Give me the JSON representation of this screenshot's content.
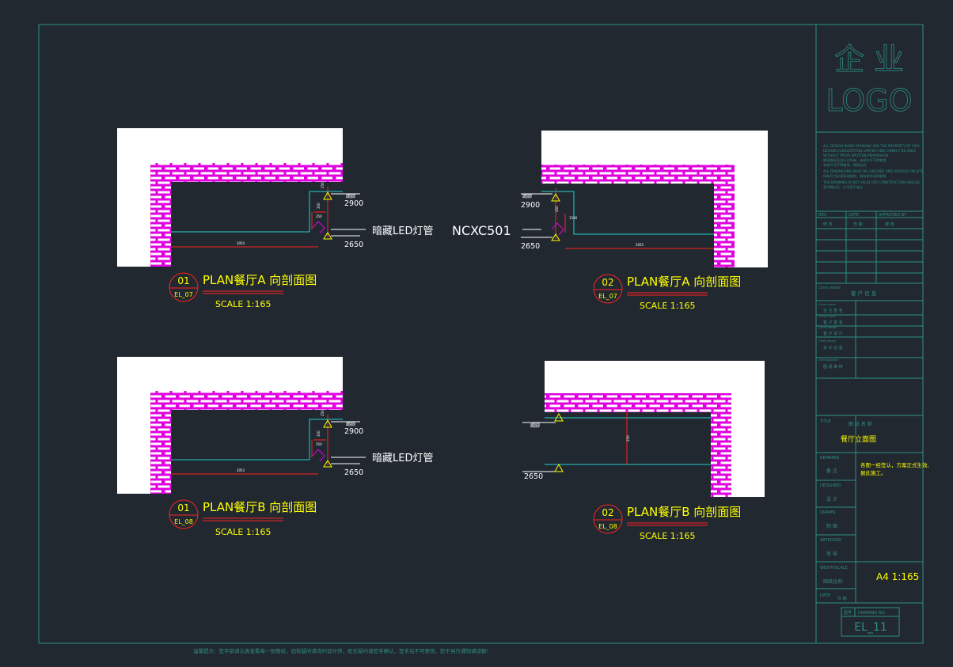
{
  "colors": {
    "background": "#212830",
    "frame": "#2f8f86",
    "paper": "#ffffff",
    "brick": "#e000e0",
    "dimension": "#ff2222",
    "ceiling_line": "#22d0d0",
    "label_yellow": "#ffff00",
    "text_white": "#ffffff",
    "titleblock_text": "#2f8f86"
  },
  "logo": {
    "line1": "企 业",
    "line2": "LOGO"
  },
  "notice": {
    "lines": [
      "ALL DESIGN WORK DRAWING ARE THE PROPERTY OF CWX",
      "DESIGN CONSULTATION LIMITED AND CANNOT BE USED",
      "WITHOUT PRIOR WRITTEN PERMISSION.",
      "图纸版权归设计方所有，未经许可不得使用",
      "未经许可不得使用，侵权必究",
      "ALL DIMENSIONS MUST BE CHECKED AND VERIFIED ON SITE.",
      "所有尺寸必须现场核实，如有差异及时联系",
      "THE DRAWING IS NOT VALID FOR CONSTRUCTION UNLESS",
      "签字确认后，方可用于施工"
    ]
  },
  "revision_table": {
    "headers": [
      "REV.",
      "DATE",
      "APPROVED BY"
    ],
    "subheaders": [
      "修 改",
      "日 期",
      "审 核"
    ]
  },
  "client": {
    "label": "Client Name",
    "value": "客 户 信 息"
  },
  "roles": [
    {
      "en": "Client name",
      "cn": "业 主 签 名"
    },
    {
      "en": "Client name",
      "cn": "客 户 签 名"
    },
    {
      "en": "Client design",
      "cn": "客 户 设 计"
    },
    {
      "en": "Chief design",
      "cn": "设 计 总 监"
    },
    {
      "en": "Draft approve",
      "cn": "图 纸 审 核"
    }
  ],
  "title_block": {
    "title_label": "TITLE",
    "title_cn": "图 纸 名 称",
    "title_value": "餐厅立面图",
    "remarks_label": "REMARKS",
    "remarks_cn": "备 注",
    "remarks_value_1": "各图一经签认，方案正式生效,",
    "remarks_value_2": "据此施工。",
    "designed_label": "DESIGNED",
    "designed_cn": "设 计",
    "drawn_label": "DRAWN",
    "drawn_cn": "制 图",
    "approved_label": "APPROVED",
    "approved_cn": "审 核",
    "scale_label": "WIDTH/SCALE",
    "scale_cn": "图纸比例",
    "scale_value": "A4  1:165",
    "date_label": "DATE",
    "date_cn": "日 期",
    "drawing_no_cn": "图号",
    "drawing_no_label": "DRAWING NO.",
    "drawing_no": "EL_11"
  },
  "footer": "温馨提示：签字前请认真查看每一张图纸，如有疑问请询问设计师，如无疑问请签字确认，签字后不可更改，恕不另行通知请谅解!",
  "section_label": "NCXC501",
  "views": [
    {
      "num": "01",
      "ref": "EL_07",
      "title": "PLAN餐厅A 向剖面图",
      "scale": "SCALE 1:165",
      "led": "暗藏LED灯管",
      "h_top": "2900",
      "h_bot": "2650",
      "tag": "踢脚",
      "d_inner_v": "350",
      "d_inner_h": "350",
      "d_drop": "250",
      "d_width": "3054"
    },
    {
      "num": "02",
      "ref": "EL_07",
      "title": "PLAN餐厅A 向剖面图",
      "scale": "SCALE 1:165",
      "h_top": "2900",
      "h_bot": "2650",
      "tag": "踢脚",
      "d_inner_v": "1500",
      "d_drop": "250",
      "d_width": "3055"
    },
    {
      "num": "01",
      "ref": "EL_08",
      "title": "PLAN餐厅B 向剖面图",
      "scale": "SCALE 1:165",
      "led": "暗藏LED灯管",
      "h_top": "2900",
      "h_bot": "2650",
      "tag": "踢脚",
      "d_inner_v": "350",
      "d_inner_h": "350",
      "d_drop": "250",
      "d_width": "3053"
    },
    {
      "num": "02",
      "ref": "EL_08",
      "title": "PLAN餐厅B 向剖面图",
      "scale": "SCALE 1:165",
      "h_bot": "2650",
      "tag": "踢脚",
      "d_drop": "250"
    }
  ]
}
